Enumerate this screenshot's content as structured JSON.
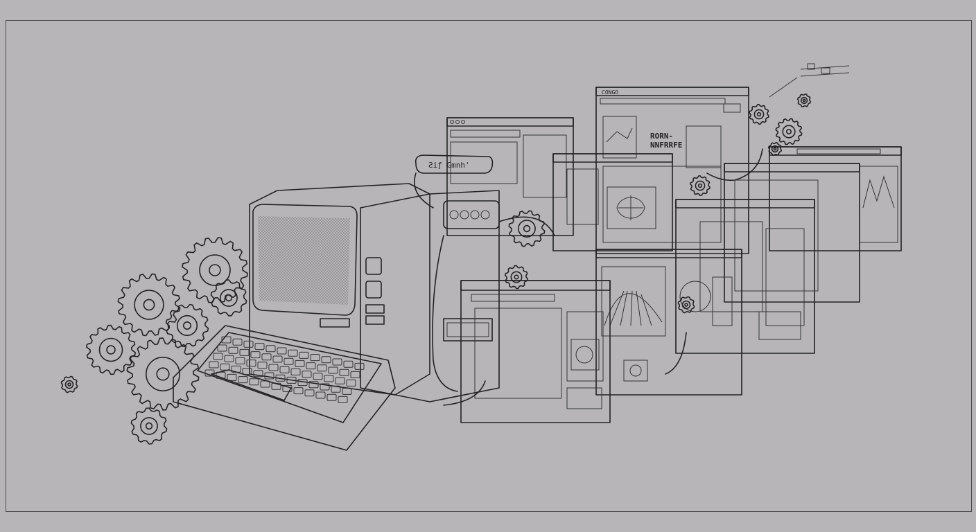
{
  "illustration": {
    "type": "line-art",
    "palette": {
      "background": "#b7b5b8",
      "paper": "#f2f2f2",
      "ink": "#222222",
      "shade": "#8f8f92"
    },
    "labels": {
      "cable_tag": "Ƨiƒ Gmnh'",
      "back_window_title": "CONGO",
      "back_window_header": "RORN-\nNNFRRFE",
      "small_window_title": "ORDER PRRNR"
    }
  }
}
